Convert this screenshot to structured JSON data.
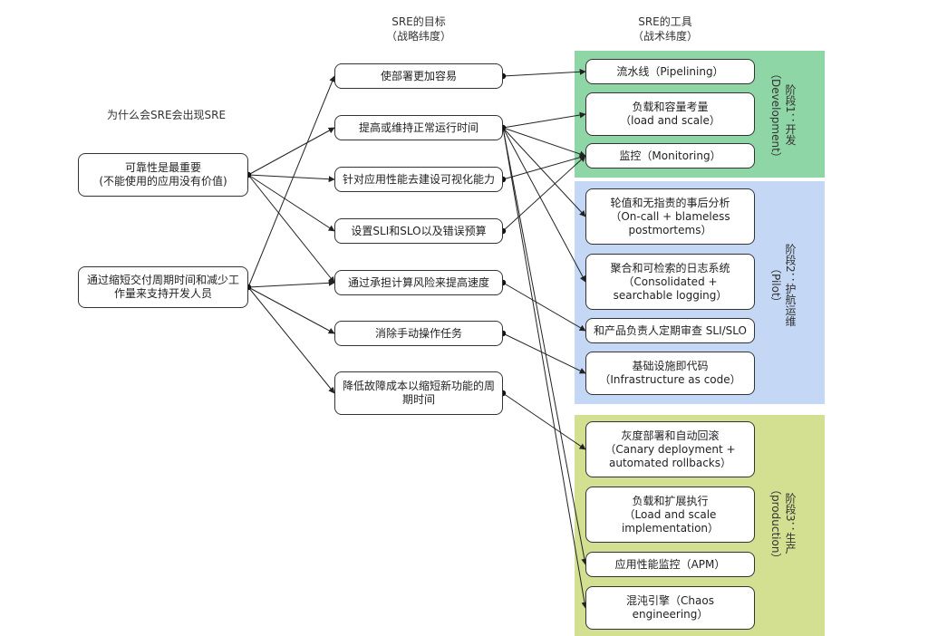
{
  "headers": {
    "goals": "SRE的目标\n（战略纬度）",
    "tools": "SRE的工具\n（战术纬度）",
    "why": "为什么会SRE会出现SRE"
  },
  "stages": [
    {
      "label": "阶段1：开发\n（Development）",
      "color": "#8fd6a6"
    },
    {
      "label": "阶段2：护航运维\n（Pilot）",
      "color": "#c4d8f6"
    },
    {
      "label": "阶段3：生产\n（production）",
      "color": "#d3df91"
    }
  ],
  "reasons": [
    "可靠性是最重要\n(不能使用的应用没有价值)",
    "通过缩短交付周期时间和减少工作量来支持开发人员"
  ],
  "goals": [
    "使部署更加容易",
    "提高或维持正常运行时间",
    "针对应用性能去建设可视化能力",
    "设置SLI和SLO以及错误预算",
    "通过承担计算风险来提高速度",
    "消除手动操作任务",
    "降低故障成本以缩短新功能的周期时间"
  ],
  "tools": [
    "流水线（Pipelining）",
    "负载和容量考量\n（load and scale）",
    "监控（Monitoring）",
    "轮值和无指责的事后分析\n（On-call + blameless postmortems）",
    "聚合和可检索的日志系统\n（Consolidated + searchable logging）",
    "和产品负责人定期审查 SLI/SLO",
    "基础设施即代码\n（Infrastructure as code）",
    "灰度部署和自动回滚\n（Canary deployment + automated rollbacks）",
    "负载和扩展执行\n（Load and scale implementation）",
    "应用性能监控（APM）",
    "混沌引擎（Chaos engineering）"
  ]
}
